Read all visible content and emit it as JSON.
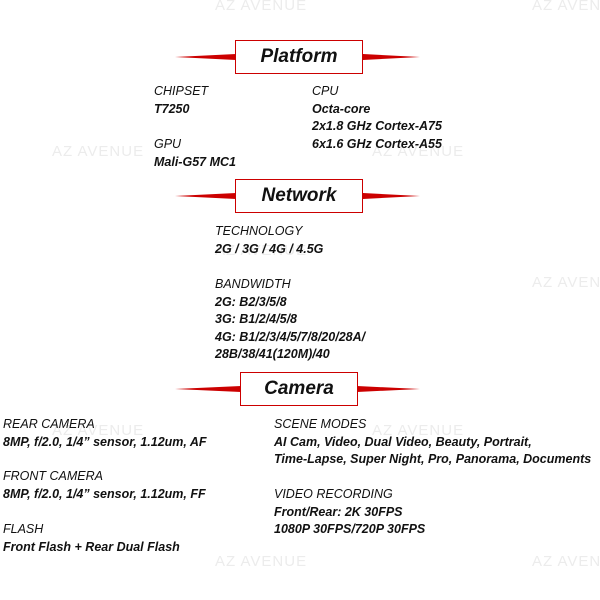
{
  "watermark": "AZ AVENUE",
  "accent_color": "#cc0000",
  "platform": {
    "title": "Platform",
    "chipset": {
      "label": "CHIPSET",
      "value": "T7250"
    },
    "gpu": {
      "label": "GPU",
      "value": "Mali-G57 MC1"
    },
    "cpu": {
      "label": "CPU",
      "values": [
        "Octa-core",
        "2x1.8 GHz Cortex-A75",
        "6x1.6 GHz Cortex-A55"
      ]
    }
  },
  "network": {
    "title": "Network",
    "technology": {
      "label": "TECHNOLOGY",
      "value": "2G / 3G / 4G / 4.5G"
    },
    "bandwidth": {
      "label": "BANDWIDTH",
      "values": [
        "2G: B2/3/5/8",
        "3G: B1/2/4/5/8",
        "4G: B1/2/3/4/5/7/8/20/28A/",
        "28B/38/41(120M)/40"
      ]
    }
  },
  "camera": {
    "title": "Camera",
    "rear": {
      "label": "REAR CAMERA",
      "value": "8MP, f/2.0, 1/4” sensor, 1.12um, AF"
    },
    "front": {
      "label": "FRONT CAMERA",
      "value": "8MP, f/2.0, 1/4” sensor, 1.12um, FF"
    },
    "flash": {
      "label": "FLASH",
      "value": "Front Flash + Rear Dual Flash"
    },
    "scene_modes": {
      "label": "SCENE MODES",
      "values": [
        "AI Cam, Video, Dual Video, Beauty, Portrait,",
        "Time-Lapse, Super Night, Pro, Panorama, Documents"
      ]
    },
    "video": {
      "label": "VIDEO RECORDING",
      "values": [
        "Front/Rear: 2K 30FPS",
        "1080P 30FPS/720P 30FPS"
      ]
    }
  }
}
